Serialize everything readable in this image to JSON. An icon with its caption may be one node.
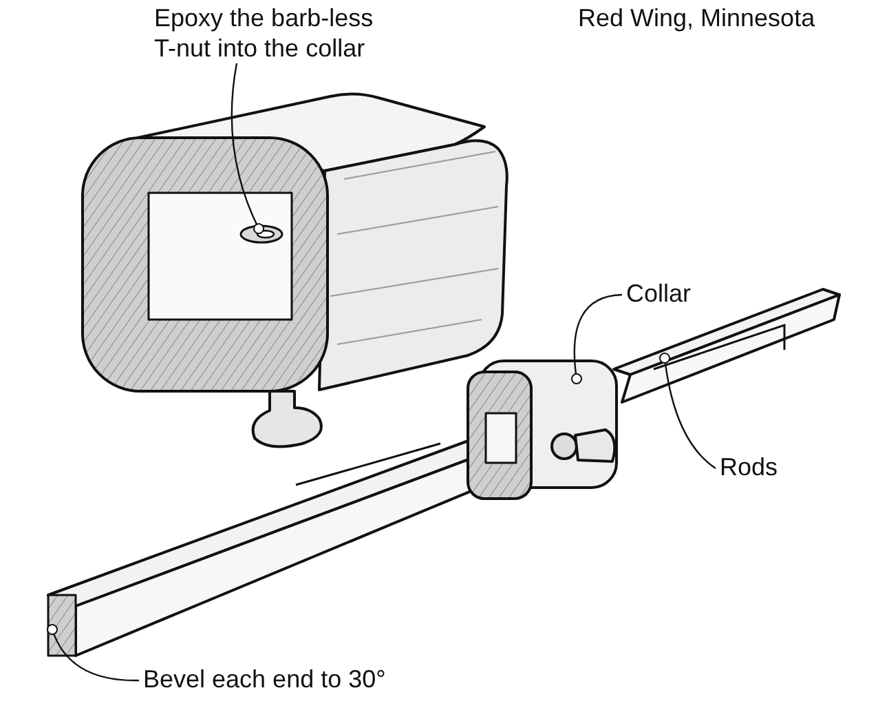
{
  "diagram": {
    "nodes": [
      {
        "text": [
          "Epoxy the barb-less T-nut into the collar"
        ]
      },
      {
        "text": [],
        "shape": "picture"
      },
      {
        "text": [
          "Collar"
        ]
      },
      {
        "text": [],
        "shape": "picture"
      },
      {
        "text": [
          "Rods"
        ]
      },
      {
        "text": [],
        "shape": "picture"
      },
      {
        "text": [
          "Bevel each end to 30°"
        ]
      },
      {
        "text": [],
        "shape": "box"
      }
    ],
    "edges": [
      {
        "from": 0,
        "to": 1,
        "arrow": "other"
      },
      {
        "from": 2,
        "to": 3,
        "arrow": "other"
      },
      {
        "from": 4,
        "to": 5,
        "arrow": "other"
      },
      {
        "from": 6,
        "to": 7,
        "arrow": "other"
      }
    ],
    "labels": [
      "Red Wing, Minnesota"
    ]
  }
}
